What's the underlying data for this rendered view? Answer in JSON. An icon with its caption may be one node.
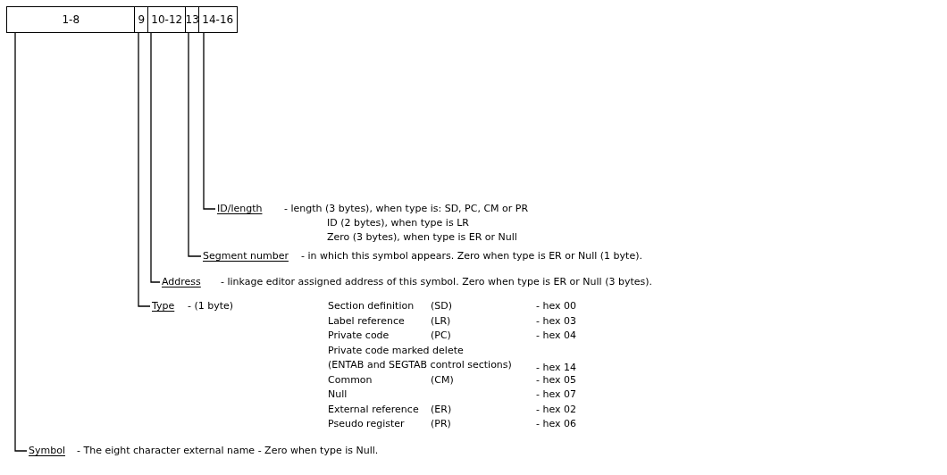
{
  "diagram": {
    "nodes": [
      {
        "text": [
          "1-8"
        ]
      },
      {
        "text": [
          "9"
        ]
      },
      {
        "text": [
          "10-12"
        ]
      },
      {
        "text": [
          "13"
        ]
      },
      {
        "text": [
          "14-16"
        ]
      },
      {
        "text": [
          "ID/length"
        ],
        "beside": [
          "- length (3 bytes), when type is: SD, PC, CM or PR",
          "ID (2 bytes), when type is LR",
          "Zero (3 bytes), when type is ER or Null"
        ]
      },
      {
        "text": [
          "Segment number"
        ],
        "beside": [
          "- in which this symbol appears. Zero when type is ER or Null (1 byte)."
        ]
      },
      {
        "text": [
          "Address"
        ],
        "beside": [
          "- linkage editor assigned address of this symbol. Zero when type is ER or Null (3 bytes)."
        ]
      },
      {
        "text": [
          "Type"
        ],
        "beside": [
          "- (1 byte)"
        ]
      },
      {
        "text": [
          "Symbol"
        ],
        "beside": [
          "- The eight character external name - Zero when type is Null."
        ]
      }
    ],
    "edges": [
      {
        "from": 5,
        "to": 4,
        "arrow": "none"
      },
      {
        "from": 6,
        "to": 3,
        "arrow": "none"
      },
      {
        "from": 7,
        "to": 2,
        "arrow": "none"
      },
      {
        "from": 8,
        "to": 1,
        "arrow": "none"
      },
      {
        "from": 9,
        "to": 0,
        "arrow": "none"
      }
    ],
    "labels": [
      "Section definition",
      "(SD)",
      "- hex 00",
      "Label reference",
      "(LR)",
      "- hex 03",
      "Private code",
      "(PC)",
      "- hex 04",
      "Private code marked delete",
      "(ENTAB and SEGTAB control sections)",
      "- hex 14",
      "Common",
      "(CM)",
      "- hex 05",
      "Null",
      "- hex 07",
      "External reference",
      "(ER)",
      "- hex 02",
      "Pseudo register",
      "(PR)",
      "- hex 06"
    ]
  }
}
